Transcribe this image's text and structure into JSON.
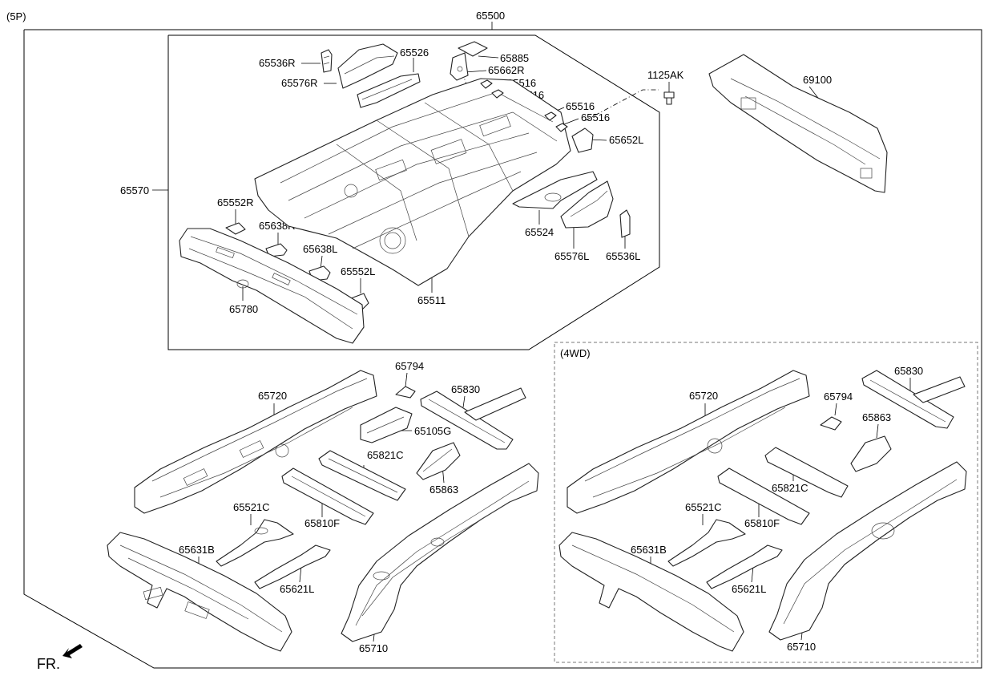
{
  "diagram": {
    "variant_label": "(5P)",
    "top_assembly_label": "65500",
    "fwd_label": "FR.",
    "inset_label": "(4WD)",
    "callouts": {
      "p65536R": "65536R",
      "p65576R": "65576R",
      "p65526": "65526",
      "p65885": "65885",
      "p65662R": "65662R",
      "p65516a": "65516",
      "p65516b": "65516",
      "p65516c": "65516",
      "p65516d": "65516",
      "p65652L": "65652L",
      "p1125AK": "1125AK",
      "p69100": "69100",
      "p65570": "65570",
      "p65552R": "65552R",
      "p65638R": "65638R",
      "p65638L": "65638L",
      "p65552L": "65552L",
      "p65780": "65780",
      "p65511": "65511",
      "p65524": "65524",
      "p65576L": "65576L",
      "p65536L": "65536L",
      "p65794": "65794",
      "p65720": "65720",
      "p65830": "65830",
      "p65105G": "65105G",
      "p65821C": "65821C",
      "p65863": "65863",
      "p65810F": "65810F",
      "p65521C": "65521C",
      "p65631B": "65631B",
      "p65621L": "65621L",
      "p65710": "65710",
      "w65720": "65720",
      "w65830": "65830",
      "w65794": "65794",
      "w65863": "65863",
      "w65821C": "65821C",
      "w65521C": "65521C",
      "w65810F": "65810F",
      "w65631B": "65631B",
      "w65621L": "65621L",
      "w65710": "65710"
    }
  }
}
